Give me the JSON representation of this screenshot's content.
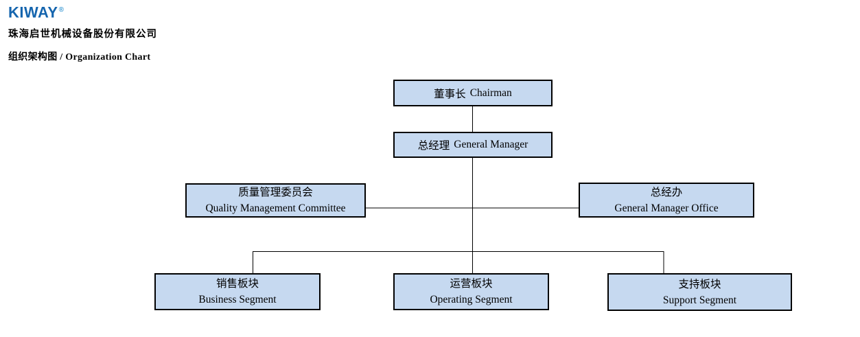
{
  "header": {
    "logo": {
      "text": "KIWAY",
      "registered_mark": "®"
    },
    "company_name": "珠海启世机械设备股份有限公司",
    "page_title": "组织架构图 / Organization Chart"
  },
  "colors": {
    "logo_blue": "#1565ae",
    "logo_mark_blue": "#3f9bd4",
    "node_fill": "#c6d9f0",
    "node_border": "#000000",
    "connector": "#000000"
  },
  "org_chart": {
    "nodes": [
      {
        "key": "chairman",
        "label_zh": "董事长",
        "label_en": "Chairman",
        "layout": "inline"
      },
      {
        "key": "general-manager",
        "label_zh": "总经理",
        "label_en": "General Manager",
        "layout": "inline"
      },
      {
        "key": "quality-management-committee",
        "label_zh": "质量管理委员会",
        "label_en": "Quality Management Committee",
        "layout": "stacked"
      },
      {
        "key": "general-manager-office",
        "label_zh": "总经办",
        "label_en": "General Manager Office",
        "layout": "stacked"
      },
      {
        "key": "business-segment",
        "label_zh": "销售板块",
        "label_en": "Business Segment",
        "layout": "stacked"
      },
      {
        "key": "operating-segment",
        "label_zh": "运营板块",
        "label_en": "Operating Segment",
        "layout": "stacked"
      },
      {
        "key": "support-segment",
        "label_zh": "支持板块",
        "label_en": "Support Segment",
        "layout": "stacked"
      }
    ],
    "edges": [
      {
        "from": "chairman",
        "to": "general-manager"
      },
      {
        "from": "general-manager",
        "to": "quality-management-committee"
      },
      {
        "from": "general-manager",
        "to": "general-manager-office"
      },
      {
        "from": "general-manager",
        "to": "business-segment"
      },
      {
        "from": "general-manager",
        "to": "operating-segment"
      },
      {
        "from": "general-manager",
        "to": "support-segment"
      }
    ]
  }
}
